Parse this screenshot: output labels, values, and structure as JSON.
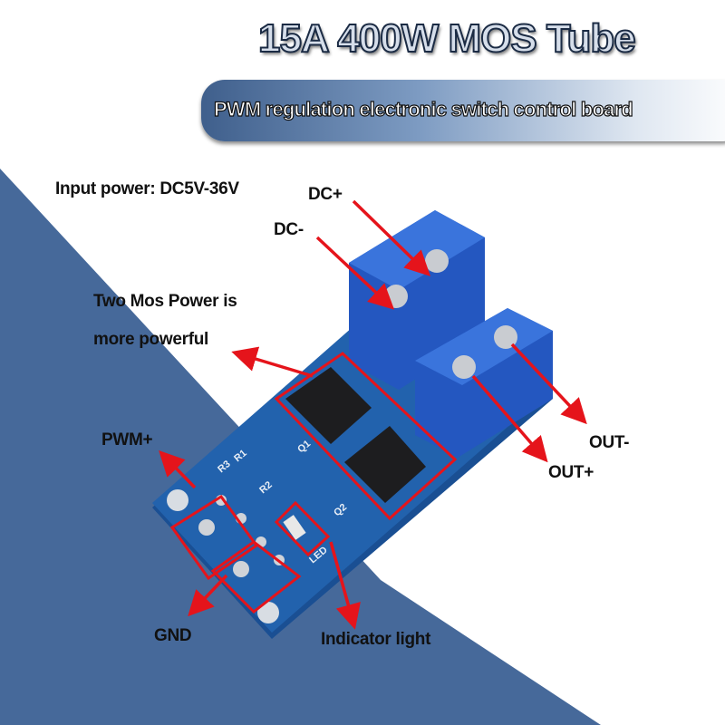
{
  "header": {
    "title": "15A 400W MOS Tube",
    "subtitle": "PWM regulation electronic switch control board"
  },
  "annotations": {
    "input_power": "Input power: DC5V-36V",
    "dc_plus": "DC+",
    "dc_minus": "DC-",
    "mos_line1": "Two Mos Power is",
    "mos_line2": "more powerful",
    "pwm_plus": "PWM+",
    "gnd": "GND",
    "indicator": "Indicator light",
    "out_plus": "OUT+",
    "out_minus": "OUT-"
  },
  "board_silkscreen": [
    "Q1",
    "Q2",
    "R1",
    "R2",
    "R3",
    "LED"
  ],
  "colors": {
    "background_blue": "#46699a",
    "pcb": "#1f5fa8",
    "terminal": "#2457c0",
    "callout_red": "#e5141b"
  }
}
